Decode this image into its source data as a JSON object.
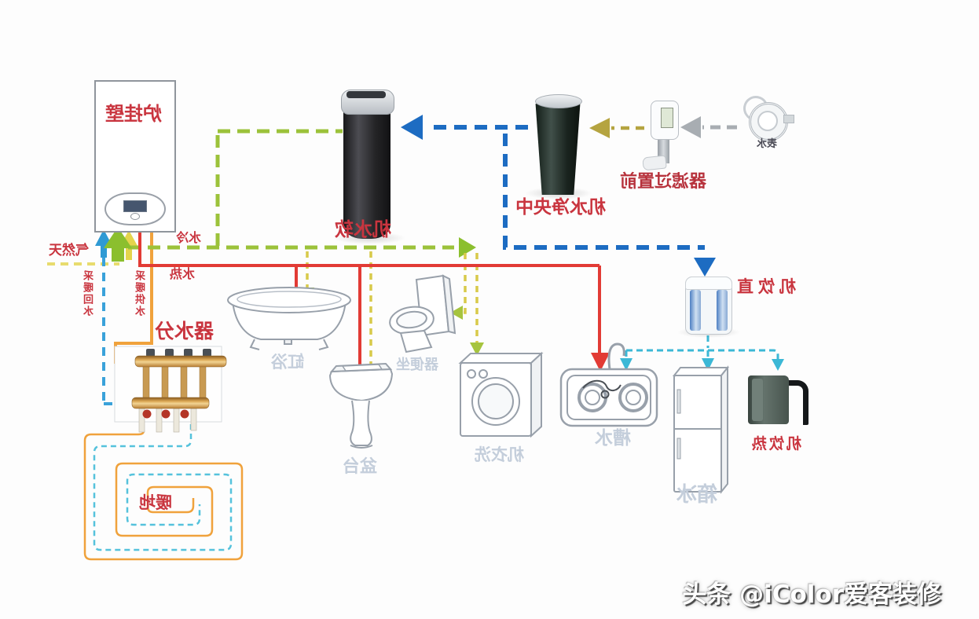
{
  "diagram": {
    "devices": {
      "boiler": {
        "label": "壁挂炉"
      },
      "softener": {
        "label": "软水机"
      },
      "central_purifier": {
        "label": "中央净水机"
      },
      "pre_filter": {
        "label": "前置过滤器"
      },
      "water_meter": {
        "label": "水表"
      },
      "direct_drinking_machine": {
        "label": "直饮机"
      },
      "manifold": {
        "label": "分水器"
      },
      "floor_heating": {
        "label": "地暖"
      },
      "bathtub": {
        "label": "浴缸"
      },
      "toilet": {
        "label": "坐便器"
      },
      "basin": {
        "label": "台盆"
      },
      "washing_machine": {
        "label": "洗衣机"
      },
      "sink": {
        "label": "水槽"
      },
      "fridge": {
        "label": "冰箱"
      },
      "hot_drink_machine": {
        "label": "热饮机"
      }
    },
    "pipe_labels": {
      "natural_gas": "天然气",
      "cold_water": "冷水",
      "hot_water": "热水",
      "heating_return": "采暖回水",
      "heating_supply": "采暖供水"
    },
    "colors": {
      "hot_water_red": "#e23b35",
      "heating_supply_orange": "#f0a23c",
      "soft_water_green": "#9cc23a",
      "fixture_feed_yellow": "#d8ca4a",
      "main_cold_blue": "#1d6cc2",
      "heating_return_blue": "#3aa2da",
      "drinking_cyan": "#3cb8d6",
      "natural_gas_yellow": "#e8dc6e",
      "prefilter_olive": "#b5a440",
      "meter_gray": "#a8adb2",
      "label_red": "#c9353f",
      "fixture_label_gray": "#c4cedb"
    },
    "watermark": "头条 @iColor爱客装修"
  }
}
